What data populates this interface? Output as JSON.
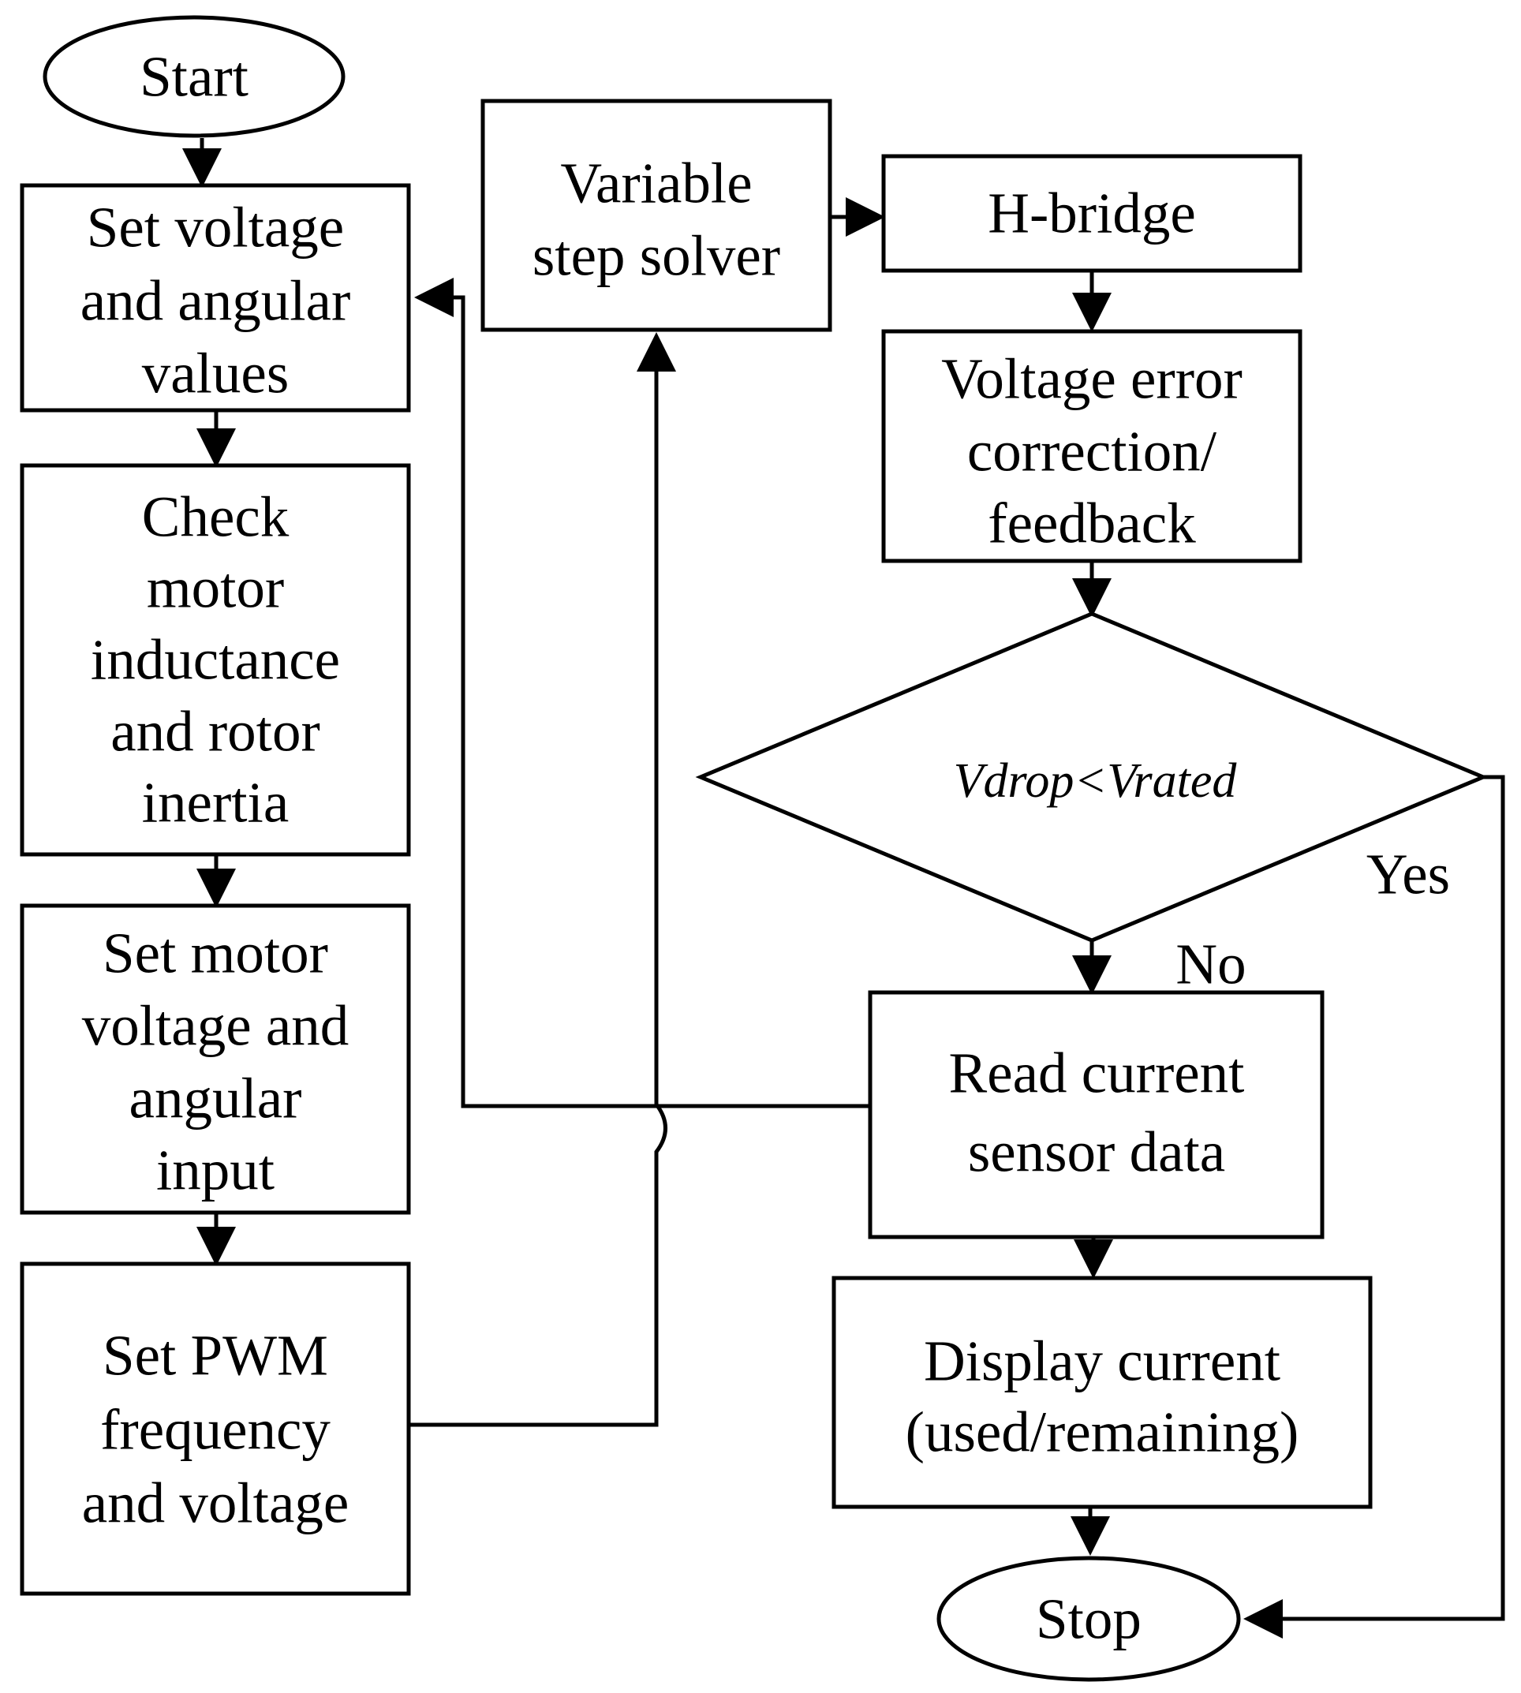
{
  "diagram": {
    "nodes": {
      "start": "Start",
      "set_voltage": [
        "Set voltage",
        "and angular",
        "values"
      ],
      "check_motor": [
        "Check",
        "motor",
        "inductance",
        "and rotor",
        "inertia"
      ],
      "set_motor_voltage": [
        "Set motor",
        "voltage and",
        "angular",
        "input"
      ],
      "set_pwm": [
        "Set PWM",
        "frequency",
        "and voltage"
      ],
      "variable_step_solver": [
        "Variable",
        "step solver"
      ],
      "h_bridge": "H-bridge",
      "voltage_error": [
        "Voltage error",
        "correction/",
        "feedback"
      ],
      "decision": {
        "v1": "V",
        "sub1": "drop",
        "op": "<",
        "v2": "V",
        "sub2": "rated"
      },
      "read_current": [
        "Read current",
        "sensor data"
      ],
      "display_current": [
        "Display current",
        "(used/remaining)"
      ],
      "stop": "Stop"
    },
    "labels": {
      "yes": "Yes",
      "no": "No"
    },
    "edges": [
      {
        "from": "Start",
        "to": "Set voltage and angular values"
      },
      {
        "from": "Set voltage and angular values",
        "to": "Check motor inductance and rotor inertia"
      },
      {
        "from": "Check motor inductance and rotor inertia",
        "to": "Set motor voltage and angular input"
      },
      {
        "from": "Set motor voltage and angular input",
        "to": "Set PWM frequency and voltage"
      },
      {
        "from": "Set PWM frequency and voltage",
        "to": "Variable step solver"
      },
      {
        "from": "Variable step solver",
        "to": "H-bridge"
      },
      {
        "from": "H-bridge",
        "to": "Voltage error correction/ feedback"
      },
      {
        "from": "Voltage error correction/ feedback",
        "to": "Vdrop<Vrated"
      },
      {
        "from": "Vdrop<Vrated",
        "to": "Read current sensor data",
        "label": "No"
      },
      {
        "from": "Vdrop<Vrated",
        "to": "Stop",
        "label": "Yes"
      },
      {
        "from": "Read current sensor data",
        "to": "Display current (used/remaining)"
      },
      {
        "from": "Read current sensor data",
        "to": "Set voltage and angular values"
      },
      {
        "from": "Display current (used/remaining)",
        "to": "Stop"
      }
    ]
  }
}
